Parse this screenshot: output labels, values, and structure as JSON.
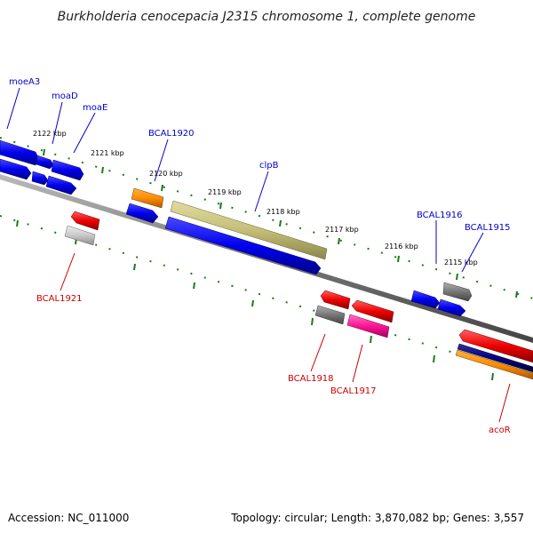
{
  "title": "Burkholderia cenocepacia J2315 chromosome 1, complete genome",
  "footer": {
    "accession": "Accession: NC_011000",
    "topology": "Topology: circular; Length: 3,870,082 bp; Genes: 3,557"
  },
  "colors": {
    "backbone": "#777777",
    "tick": "#1a7a1a",
    "forward_label": "#0000cc",
    "reverse_label": "#cc0000"
  },
  "ticks": [
    "2122 kbp",
    "2121 kbp",
    "2120 kbp",
    "2119 kbp",
    "2118 kbp",
    "2117 kbp",
    "2116 kbp",
    "2115 kbp"
  ],
  "labels": {
    "forward": [
      "moeA3",
      "moaD",
      "moaE",
      "BCAL1920",
      "clpB",
      "BCAL1916",
      "BCAL1915"
    ],
    "reverse": [
      "BCAL1921",
      "BCAL1918",
      "BCAL1917",
      "acoR"
    ]
  },
  "gene_colors": [
    "blue",
    "orange",
    "olive",
    "red",
    "grey",
    "magenta",
    "navy"
  ]
}
